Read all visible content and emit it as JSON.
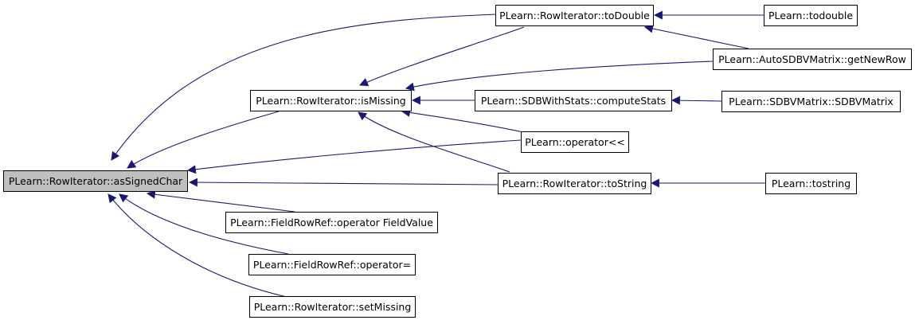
{
  "colors": {
    "edge": "#191970",
    "root_fill": "#bfbfbf",
    "node_fill": "#ffffff",
    "border": "#000000"
  },
  "nodes": {
    "asSignedChar": "PLearn::RowIterator::asSignedChar",
    "toDouble": "PLearn::RowIterator::toDouble",
    "todouble": "PLearn::todouble",
    "getNewRow": "PLearn::AutoSDBVMatrix::getNewRow",
    "isMissing": "PLearn::RowIterator::isMissing",
    "computeStats": "PLearn::SDBWithStats::computeStats",
    "SDBVMatrix": "PLearn::SDBVMatrix::SDBVMatrix",
    "operatorShift": "PLearn::operator<<",
    "toString": "PLearn::RowIterator::toString",
    "tostring": "PLearn::tostring",
    "operatorFieldValue": "PLearn::FieldRowRef::operator FieldValue",
    "operatorAssign": "PLearn::FieldRowRef::operator=",
    "setMissing": "PLearn::RowIterator::setMissing"
  }
}
